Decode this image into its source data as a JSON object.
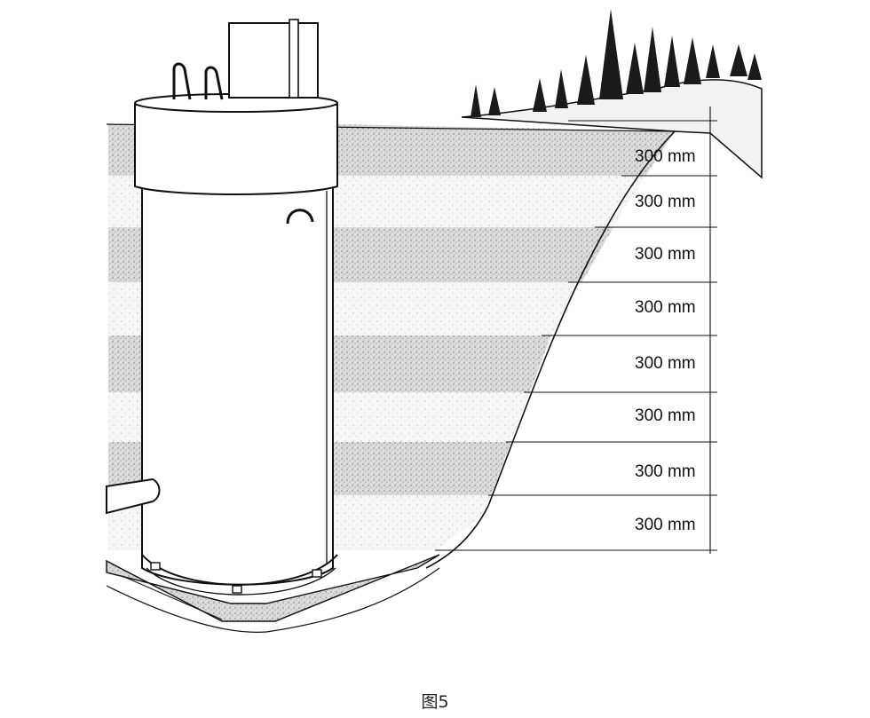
{
  "diagram": {
    "layer_labels": [
      "300 mm",
      "300 mm",
      "300 mm",
      "300 mm",
      "300 mm",
      "300 mm",
      "300 mm",
      "300 mm"
    ]
  },
  "caption": "图5",
  "colors": {
    "ink": "#111111",
    "dense_layer": "#d3d3d3",
    "light_layer": "#f4f4f4",
    "background": "#ffffff"
  }
}
